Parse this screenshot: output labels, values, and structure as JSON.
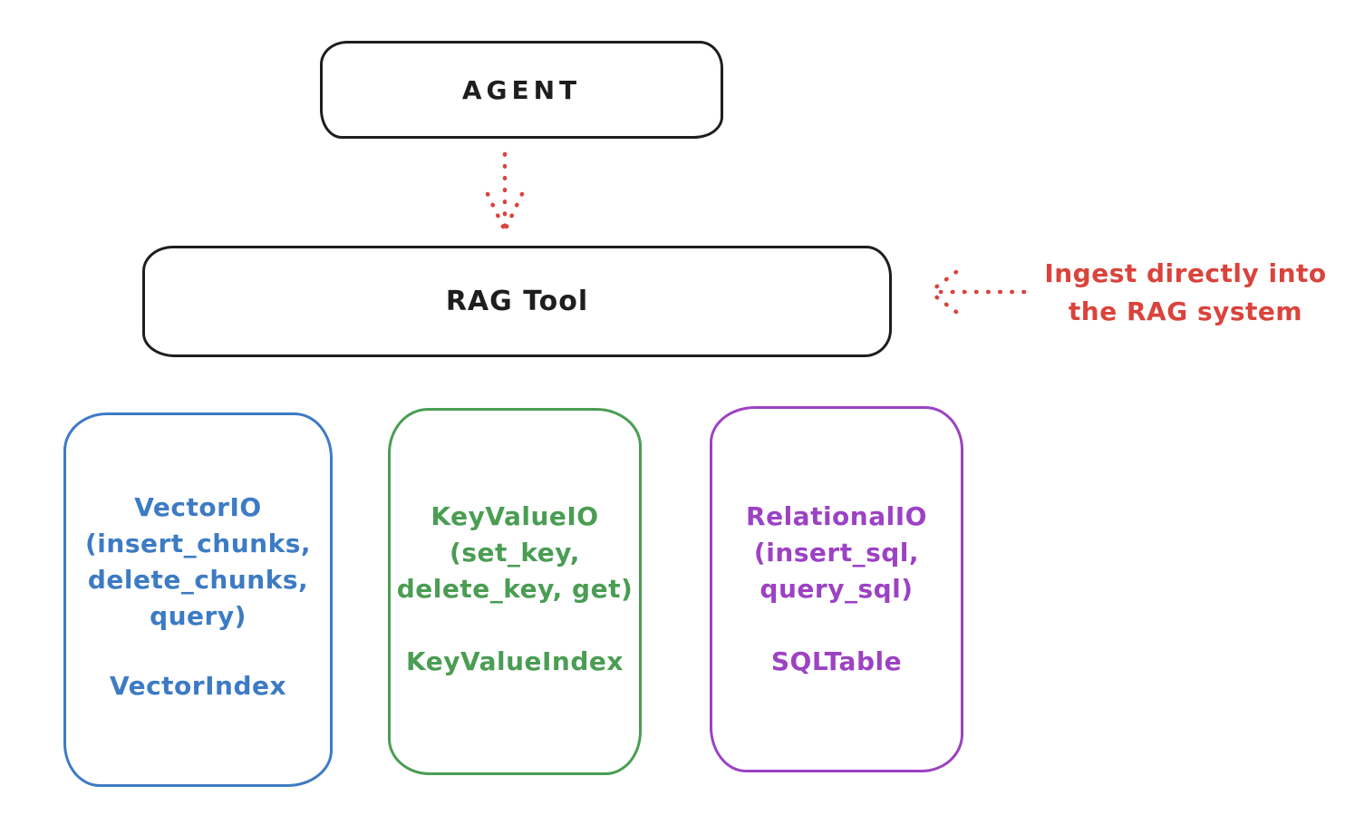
{
  "colors": {
    "ink": "#1e1e1e",
    "red": "#d9443c",
    "blue": "#3d7bc4",
    "green": "#4a9d53",
    "purple": "#9c42c3"
  },
  "nodes": {
    "agent": {
      "label": "AGENT"
    },
    "rag_tool": {
      "label": "RAG Tool"
    },
    "vector_io": {
      "lines": [
        "VectorIO",
        "(insert_chunks,",
        "delete_chunks,",
        "query)"
      ],
      "index": "VectorIndex",
      "color": "#3d7bc4"
    },
    "key_value_io": {
      "lines": [
        "KeyValueIO",
        "(set_key,",
        "delete_key, get)"
      ],
      "index": "KeyValueIndex",
      "color": "#4a9d53"
    },
    "relational_io": {
      "lines": [
        "RelationalIO",
        "(insert_sql,",
        "query_sql)"
      ],
      "index": "SQLTable",
      "color": "#9c42c3"
    }
  },
  "annotation": {
    "lines": [
      "Ingest directly into",
      "the RAG system"
    ],
    "color": "#d9443c"
  },
  "arrows": {
    "agent_to_rag_tool": {
      "style": "dotted",
      "color": "#d9443c",
      "direction": "down"
    },
    "ingest_to_rag_tool": {
      "style": "dotted",
      "color": "#d9443c",
      "direction": "left"
    }
  }
}
